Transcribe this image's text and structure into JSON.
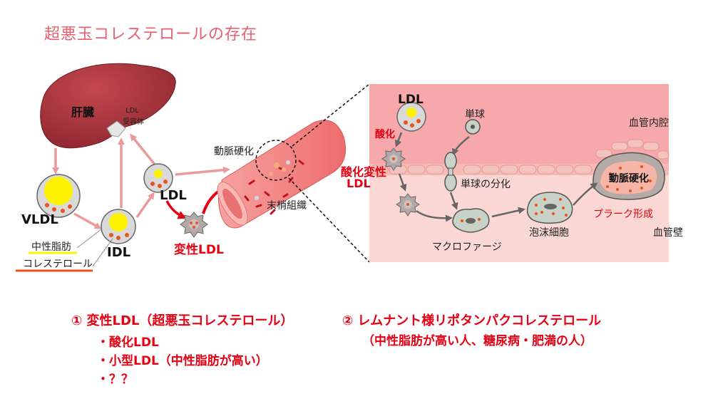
{
  "title": "超悪玉コレステロールの存在",
  "labels": {
    "liver": "肝臓",
    "ldl_receptor_1": "LDL",
    "ldl_receptor_2": "受容体",
    "vldl": "VLDL",
    "idl": "IDL",
    "ldl": "LDL",
    "modified_ldl": "変性LDL",
    "legend_tg": "中性脂肪",
    "legend_chol": "コレステロール",
    "atherosclerosis": "動脈硬化",
    "peripheral_tissue": "末梢組織"
  },
  "inset": {
    "ldl": "LDL",
    "oxidation": "酸化",
    "monocyte": "単球",
    "lumen": "血管内腔",
    "oxidized_ldl_1": "酸化変性",
    "oxidized_ldl_2": "LDL",
    "monocyte_diff": "単球の分化",
    "atherosclerosis": "動脈硬化",
    "plaque": "プラーク形成",
    "foam_cell": "泡沫細胞",
    "macrophage": "マクロファージ",
    "vessel_wall": "血管壁"
  },
  "notes": {
    "n1_head": "①  変性LDL（超悪玉コレステロール）",
    "n1_items": [
      "・酸化LDL",
      "・小型LDL（中性脂肪が高い）",
      "・？？"
    ],
    "n2_head": "②  レムナント様リポタンパクコレステロール",
    "n2_sub": "（中性脂肪が高い人、糖尿病・肥満の人）"
  },
  "colors": {
    "title": "#e95f6e",
    "accent_red": "#e60012",
    "liver": "#a8323a",
    "arrow_pink": "#e99a9a",
    "vessel": "#f48a8a",
    "inset_lumen": "#f7a8aa",
    "inset_wall": "#fbd8d3",
    "fat_yellow": "#fff200",
    "chol_orange": "#e8541e"
  }
}
